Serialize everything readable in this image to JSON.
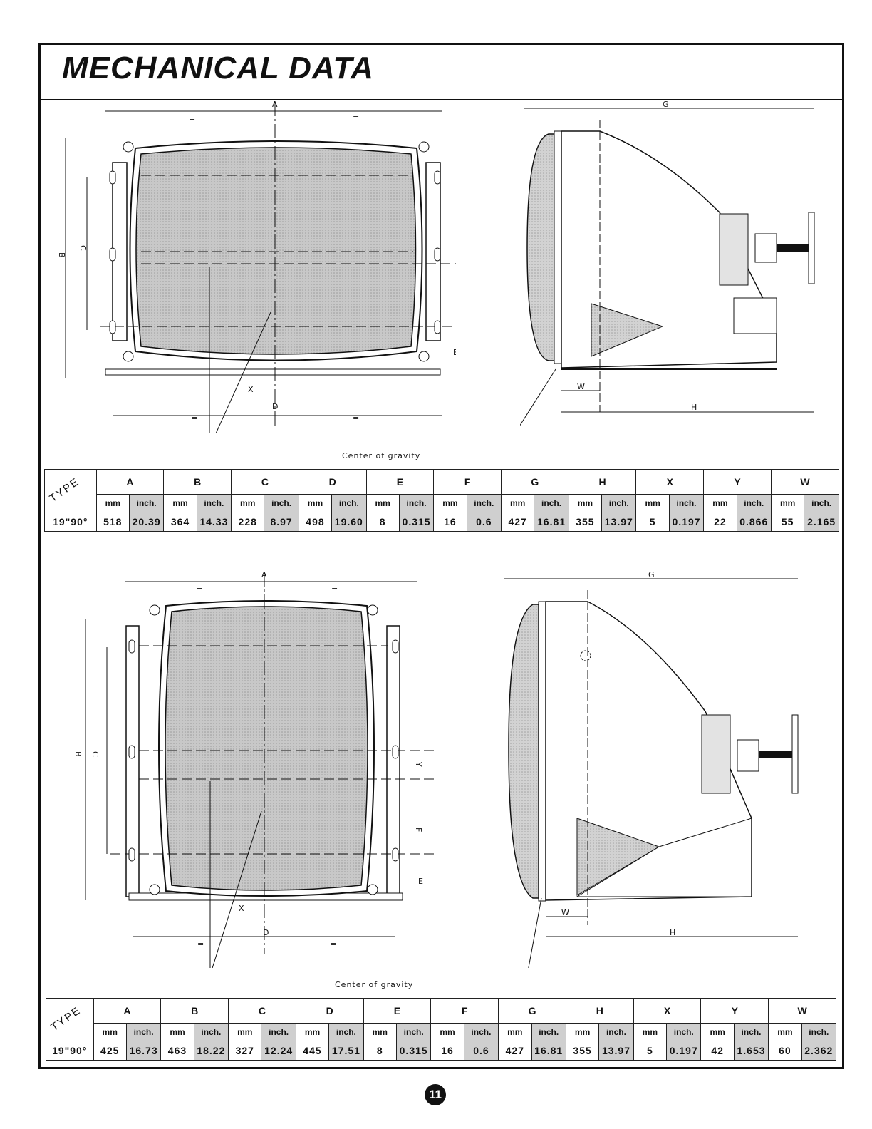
{
  "page": {
    "title": "MECHANICAL DATA",
    "page_number": "11"
  },
  "drawing_labels": {
    "center_of_gravity": "Center of gravity",
    "a": "A",
    "b": "B",
    "c": "C",
    "d": "D",
    "e": "E",
    "f": "F",
    "g": "G",
    "h": "H",
    "x": "X",
    "y": "Y",
    "w": "W",
    "eq": "="
  },
  "tables": [
    {
      "type_header": "TYPE",
      "groups": [
        "A",
        "B",
        "C",
        "D",
        "E",
        "F",
        "G",
        "H",
        "X",
        "Y",
        "W"
      ],
      "units": [
        "mm",
        "inch."
      ],
      "row_label": "19\"90°",
      "values": [
        "518",
        "20.39",
        "364",
        "14.33",
        "228",
        "8.97",
        "498",
        "19.60",
        "8",
        "0.315",
        "16",
        "0.6",
        "427",
        "16.81",
        "355",
        "13.97",
        "5",
        "0.197",
        "22",
        "0.866",
        "55",
        "2.165"
      ]
    },
    {
      "type_header": "TYPE",
      "groups": [
        "A",
        "B",
        "C",
        "D",
        "E",
        "F",
        "G",
        "H",
        "X",
        "Y",
        "W"
      ],
      "units": [
        "mm",
        "inch."
      ],
      "row_label": "19\"90°",
      "values": [
        "425",
        "16.73",
        "463",
        "18.22",
        "327",
        "12.24",
        "445",
        "17.51",
        "8",
        "0.315",
        "16",
        "0.6",
        "427",
        "16.81",
        "355",
        "13.97",
        "5",
        "0.197",
        "42",
        "1.653",
        "60",
        "2.362"
      ]
    }
  ]
}
